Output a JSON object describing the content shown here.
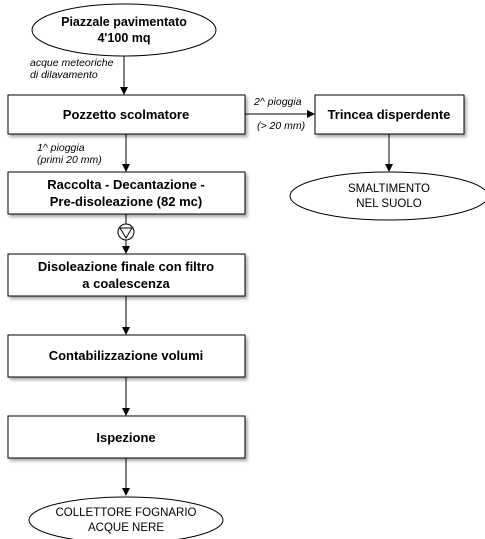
{
  "nodes": {
    "start_line1": "Piazzale pavimentato",
    "start_line2": "4'100 mq",
    "pozzetto": "Pozzetto scolmatore",
    "raccolta_line1": "Raccolta - Decantazione -",
    "raccolta_line2": "Pre-disoleazione (82 mc)",
    "disoleazione_line1": "Disoleazione finale con filtro",
    "disoleazione_line2": "a coalescenza",
    "contabilizzazione": "Contabilizzazione volumi",
    "ispezione": "Ispezione",
    "collettore_line1": "COLLETTORE FOGNARIO",
    "collettore_line2": "ACQUE NERE",
    "trincea": "Trincea disperdente",
    "smaltimento_line1": "SMALTIMENTO",
    "smaltimento_line2": "NEL SUOLO"
  },
  "edge_labels": {
    "acque_line1": "acque meteoriche",
    "acque_line2": "di dilavamento",
    "prima_line1": "1^ pioggia",
    "prima_line2": "(primi 20 mm)",
    "seconda_line1": "2^ pioggia",
    "seconda_line2": "(> 20 mm)"
  },
  "icons": {
    "pump": "pump-icon"
  }
}
